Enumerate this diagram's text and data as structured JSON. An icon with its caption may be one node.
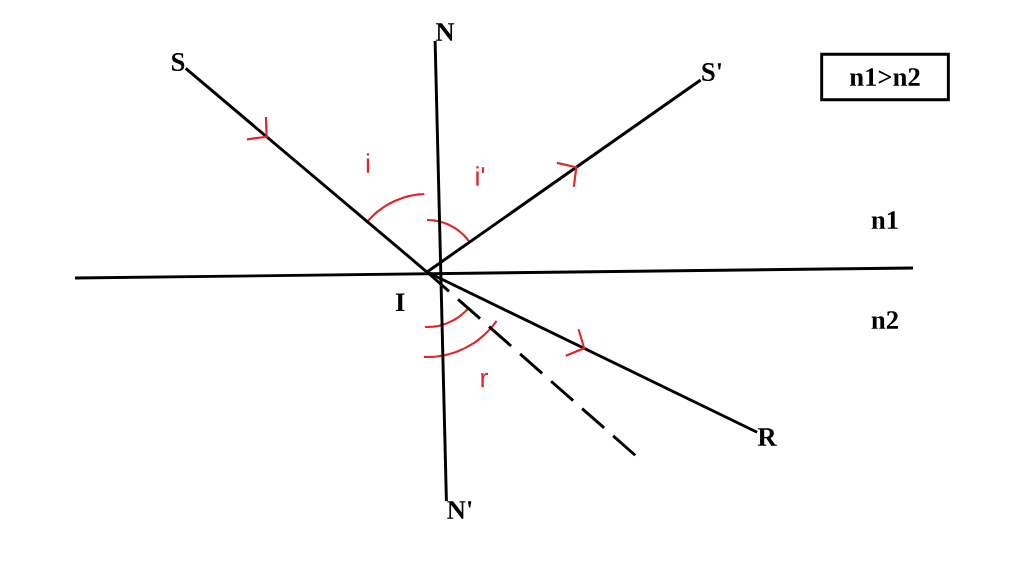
{
  "diagram": {
    "nodes": [
      {
        "text": [
          "S"
        ]
      },
      {
        "text": [
          "N"
        ]
      },
      {
        "text": [
          "S'"
        ]
      },
      {
        "text": [
          "n1>n2"
        ]
      },
      {
        "text": [
          "I"
        ]
      },
      {
        "text": [
          "R"
        ]
      },
      {
        "text": [
          "N'"
        ]
      }
    ],
    "edges": [
      {
        "from": 0,
        "to": 4,
        "arrow": "to"
      },
      {
        "from": 4,
        "to": 2,
        "arrow": "to"
      },
      {
        "from": 4,
        "to": 5,
        "arrow": "to"
      },
      {
        "from": 1,
        "to": 6,
        "arrow": "none"
      },
      {
        "from": 4,
        "to": null,
        "arrow": "none",
        "style": "dashed"
      }
    ],
    "labels": [
      "i",
      "i'",
      "n1",
      "n2",
      "r"
    ]
  }
}
